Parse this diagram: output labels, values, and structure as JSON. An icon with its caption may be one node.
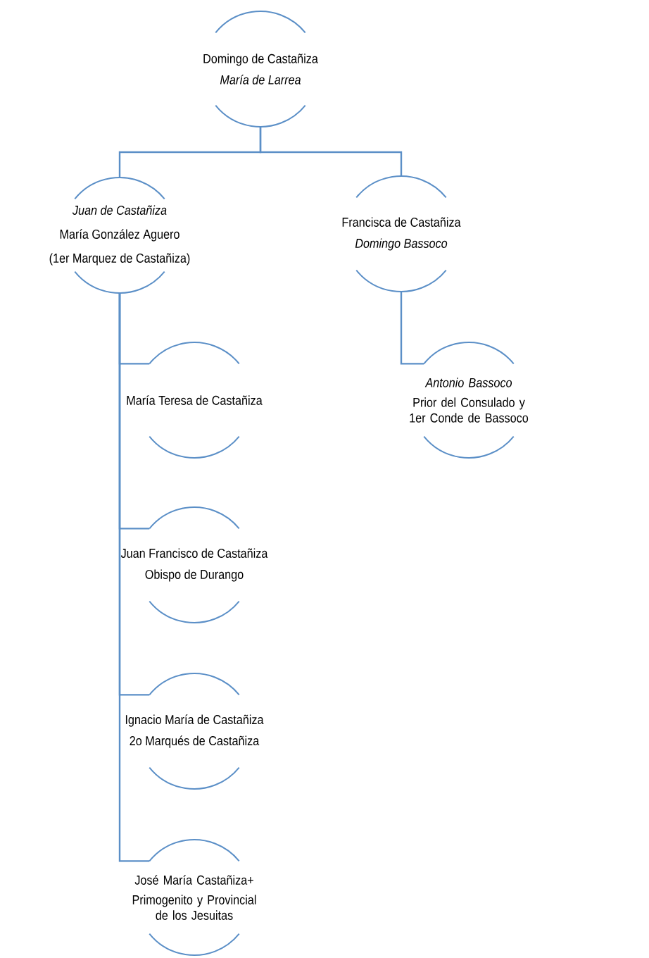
{
  "diagram": {
    "nodes": [
      {
        "text": [
          "Domingo de Castañiza",
          "María de Larrea"
        ]
      },
      {
        "text": [
          "Juan de Castañiza",
          "María González Aguero",
          "(1er Marquez de Castañiza)"
        ]
      },
      {
        "text": [
          "Francisca de Castañiza",
          "Domingo Bassoco"
        ]
      },
      {
        "text": [
          "María Teresa de Castañiza"
        ]
      },
      {
        "text": [
          "Antonio Bassoco",
          "Prior del Consulado y 1er Conde de Bassoco"
        ]
      },
      {
        "text": [
          "Juan Francisco de Castañiza",
          "Obispo de Durango"
        ]
      },
      {
        "text": [
          "Ignacio María de Castañiza",
          "2o Marqués de Castañiza"
        ]
      },
      {
        "text": [
          "José María Castañiza+",
          "Primogenito y Provincial de los Jesuitas"
        ]
      }
    ],
    "edges": [
      {
        "from": 0,
        "to": 1,
        "arrow": "none"
      },
      {
        "from": 0,
        "to": 2,
        "arrow": "none"
      },
      {
        "from": 1,
        "to": 3,
        "arrow": "none"
      },
      {
        "from": 2,
        "to": 4,
        "arrow": "none"
      },
      {
        "from": 1,
        "to": 5,
        "arrow": "none"
      },
      {
        "from": 1,
        "to": 6,
        "arrow": "none"
      },
      {
        "from": 1,
        "to": 7,
        "arrow": "none"
      }
    ]
  }
}
